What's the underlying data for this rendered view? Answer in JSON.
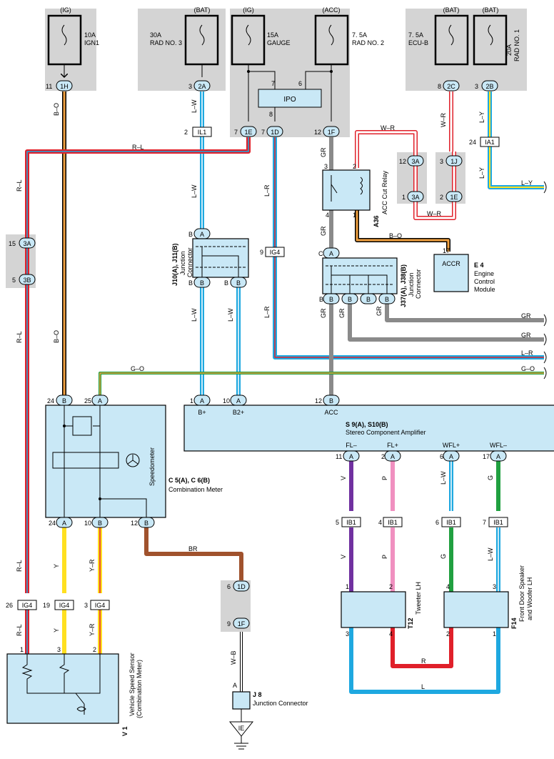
{
  "fuses": [
    {
      "power": "(IG)",
      "rating": "10A",
      "name": "IGN1"
    },
    {
      "power": "(BAT)",
      "rating": "30A",
      "name": "RAD NO. 3"
    },
    {
      "power": "(IG)",
      "rating": "15A",
      "name": "GAUGE"
    },
    {
      "power": "(ACC)",
      "rating": "7. 5A",
      "name": "RAD NO. 2"
    },
    {
      "power": "(BAT)",
      "rating": "7. 5A",
      "name": "ECU-B"
    },
    {
      "power": "(BAT)",
      "rating": "20A",
      "name": "RAD NO. 1"
    }
  ],
  "connectors": {
    "c1h": "1H",
    "c2a": "2A",
    "c1e": "1E",
    "c1d": "1D",
    "c1f": "1F",
    "c2c": "2C",
    "c2b": "2B",
    "il1": "IL1",
    "ia1": "IA1",
    "ig4": "IG4",
    "c3a": "3A",
    "c3b": "3B",
    "c1j": "1J",
    "ib1": "IB1",
    "ie": "IE",
    "pinA": "A",
    "pinB": "B",
    "pinC": "C"
  },
  "pins": {
    "p1": "1",
    "p2": "2",
    "p3": "3",
    "p4": "4",
    "p5": "5",
    "p6": "6",
    "p7": "7",
    "p8": "8",
    "p9": "9",
    "p10": "10",
    "p11": "11",
    "p12": "12",
    "p15": "15",
    "p17": "17",
    "p19": "19",
    "p24": "24",
    "p25": "25",
    "p26": "26"
  },
  "wires": {
    "bo": "B–O",
    "lw": "L–W",
    "rl": "R–L",
    "lr": "L–R",
    "gr": "GR",
    "wr": "W–R",
    "ly": "L–Y",
    "go": "G–O",
    "v": "V",
    "p": "P",
    "g": "G",
    "y": "Y",
    "yr": "Y–R",
    "br": "BR",
    "wb": "W–B",
    "r": "R",
    "l": "L"
  },
  "components": {
    "ipo": "IPO",
    "relay_code": "A36",
    "relay_name": "ACC Cut Relay",
    "jc1_code": "J10(A), J11(B)",
    "jc1_name1": "Junction",
    "jc1_name2": "Connector",
    "jc2_code": "J37(A), J38(B)",
    "jc2_name1": "Junction",
    "jc2_name2": "Connector",
    "ecm_code": "E 4",
    "ecm_name1": "Engine",
    "ecm_name2": "Control",
    "ecm_name3": "Module",
    "ecm_pin": "ACCR",
    "amp_code": "S 9(A), S10(B)",
    "amp_name": "Stereo Component Amplifier",
    "amp_bplus": "B+",
    "amp_b2plus": "B2+",
    "amp_acc": "ACC",
    "amp_fl_minus": "FL–",
    "amp_fl_plus": "FL+",
    "amp_wfl_plus": "WFL+",
    "amp_wfl_minus": "WFL–",
    "meter_code": "C 5(A), C 6(B)",
    "meter_name": "Combination Meter",
    "speedometer": "Speedometer",
    "tw_code": "T12",
    "tw_name": "Tweeter LH",
    "spk_code": "F14",
    "spk_name1": "Front Door Speaker",
    "spk_name2": "and Woofer LH",
    "vss_code": "V 1",
    "vss_name1": "Vehicle Speed Sensor",
    "vss_name2": "(Combination Meter)",
    "jc3_code": "J 8",
    "jc3_name": "Junction Connector"
  },
  "colors": {
    "wire_lw": "#1ea8e0",
    "wire_rl": "#e0202a",
    "wire_bo": "#f0a040",
    "wire_gr": "#8a8a8a",
    "wire_y": "#ffe020",
    "wire_v": "#7030a0",
    "wire_p": "#f090c0",
    "wire_g": "#20a040",
    "wire_br": "#a0522d",
    "fill_blue": "#c9e8f6",
    "fill_gray": "#d4d4d4"
  }
}
